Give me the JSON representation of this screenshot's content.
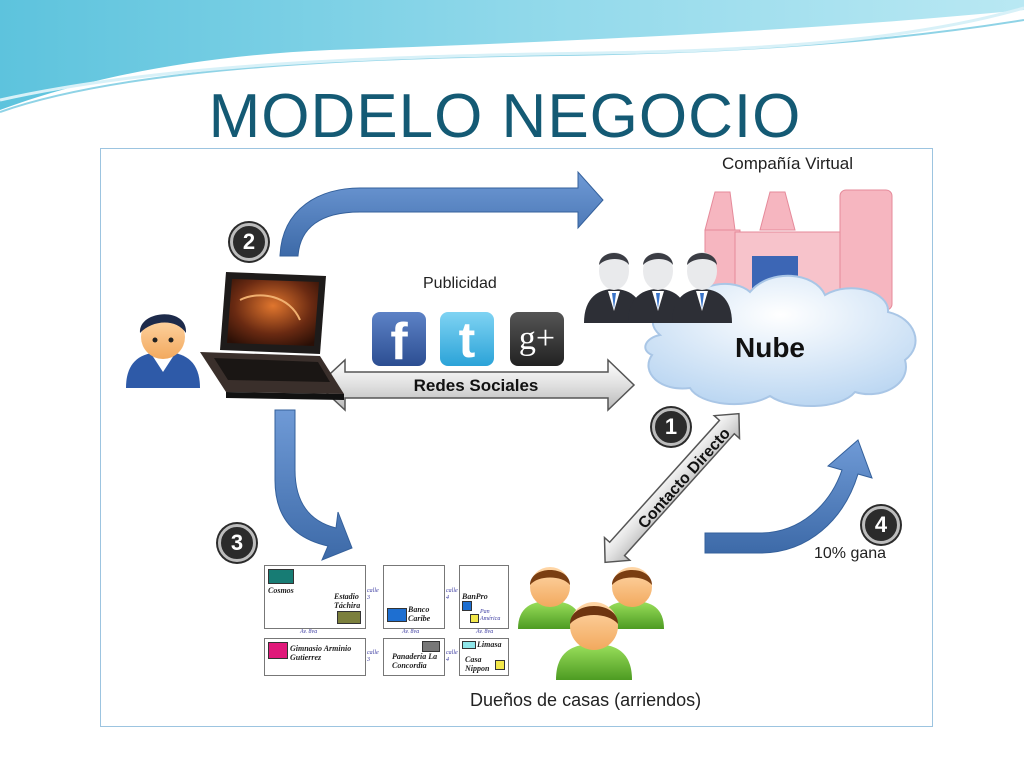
{
  "title": "MODELO NEGOCIO",
  "labels": {
    "company": "Compañía Virtual",
    "ads": "Publicidad",
    "social_networks": "Redes Sociales",
    "cloud": "Nube",
    "direct_contact": "Contacto Directo",
    "owners": "Dueños de casas (arriendos)",
    "commission": "10% gana"
  },
  "steps": [
    "1",
    "2",
    "3",
    "4"
  ],
  "social_icons": [
    {
      "icon": "facebook-icon",
      "glyph": "f",
      "color": "#3b5998"
    },
    {
      "icon": "twitter-icon",
      "glyph": "t",
      "color": "#33ccff"
    },
    {
      "icon": "google-plus-icon",
      "glyph": "g+",
      "color": "#333333"
    }
  ],
  "map": {
    "places": [
      "Cosmos",
      "Estadio Táchira",
      "Banco Caribe",
      "BanPro",
      "Pan América",
      "Gimnasio Arminio Gutierrez",
      "Panadería La Concordia",
      "Limasa",
      "Casa Nippon"
    ],
    "streets": [
      "calle 3",
      "calle 4",
      "Av. 8va",
      "Av. 8va",
      "Av. 8va",
      "calle 3",
      "calle 4"
    ]
  },
  "colors": {
    "title": "#145a74",
    "arrow_blue": "#4f7fc0",
    "building_pink": "#f4a7b3",
    "cloud": "#cfe3f7"
  }
}
